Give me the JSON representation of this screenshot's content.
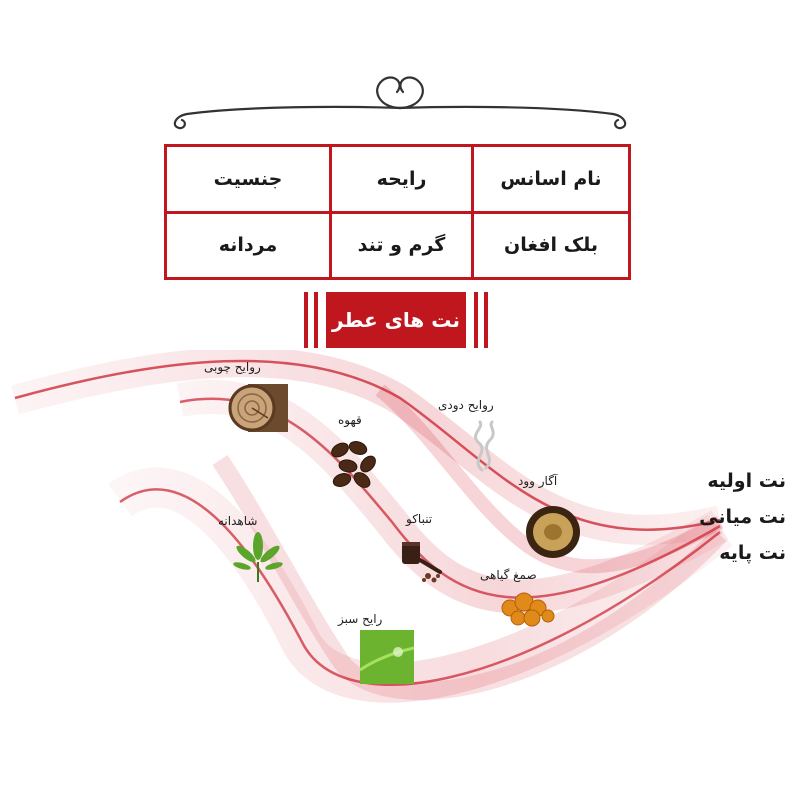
{
  "info_table": {
    "rows": [
      [
        "جنسیت",
        "رایحه",
        "نام اسانس"
      ],
      [
        "مردانه",
        "گرم و تند",
        "بلک افغان"
      ]
    ]
  },
  "banner": {
    "title": "نت های عطر"
  },
  "notes": [
    {
      "name": "woody",
      "label": "روایح چوبی",
      "icon": "wood-log-icon"
    },
    {
      "name": "coffee",
      "label": "قهوه",
      "icon": "coffee-beans-icon"
    },
    {
      "name": "smoky",
      "label": "روایح دودی",
      "icon": "smoke-icon"
    },
    {
      "name": "agarwood",
      "label": "آگار وود",
      "icon": "agarwood-icon"
    },
    {
      "name": "tobacco",
      "label": "تنباکو",
      "icon": "tobacco-pipe-icon"
    },
    {
      "name": "resin",
      "label": "صمغ گیاهی",
      "icon": "resin-icon"
    },
    {
      "name": "hemp",
      "label": "شاهدانه",
      "icon": "hemp-leaf-icon"
    },
    {
      "name": "green",
      "label": "رایح سبز",
      "icon": "green-leaf-icon"
    }
  ],
  "legend": {
    "top": "نت اولیه",
    "middle": "نت میانی",
    "base": "نت پایه"
  },
  "colors": {
    "accent": "#c0171e",
    "wave": "#d12a38"
  }
}
